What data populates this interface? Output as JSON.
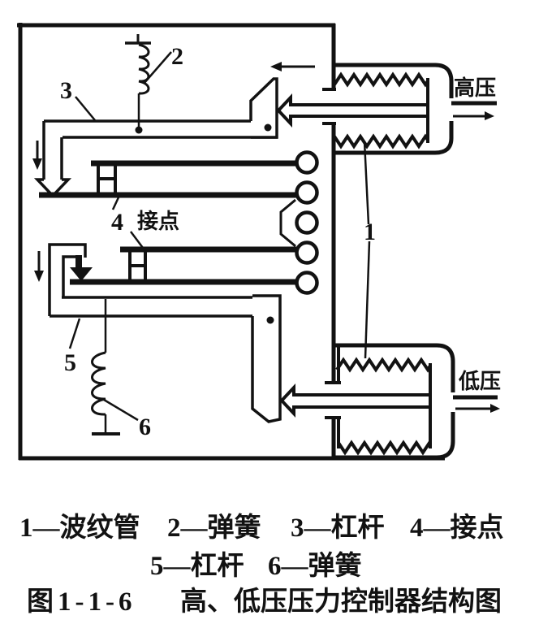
{
  "figure": {
    "parts": {
      "p1": "1",
      "p2": "2",
      "p3": "3",
      "p4": "4",
      "p5": "5",
      "p6": "6"
    },
    "contact_label": "接点",
    "high_pressure_label": "高压",
    "low_pressure_label": "低压"
  },
  "legend": {
    "items": [
      {
        "label": "1—波纹管"
      },
      {
        "label": "2—弹簧"
      },
      {
        "label": "3—杠杆"
      },
      {
        "label": "4—接点"
      },
      {
        "label": "5—杠杆"
      },
      {
        "label": "6—弹簧"
      }
    ]
  },
  "caption": {
    "figure_no": "图1-1-6",
    "title": "高、低压压力控制器结构图"
  },
  "colors": {
    "ink": "#121212",
    "paper": "#ffffff"
  }
}
